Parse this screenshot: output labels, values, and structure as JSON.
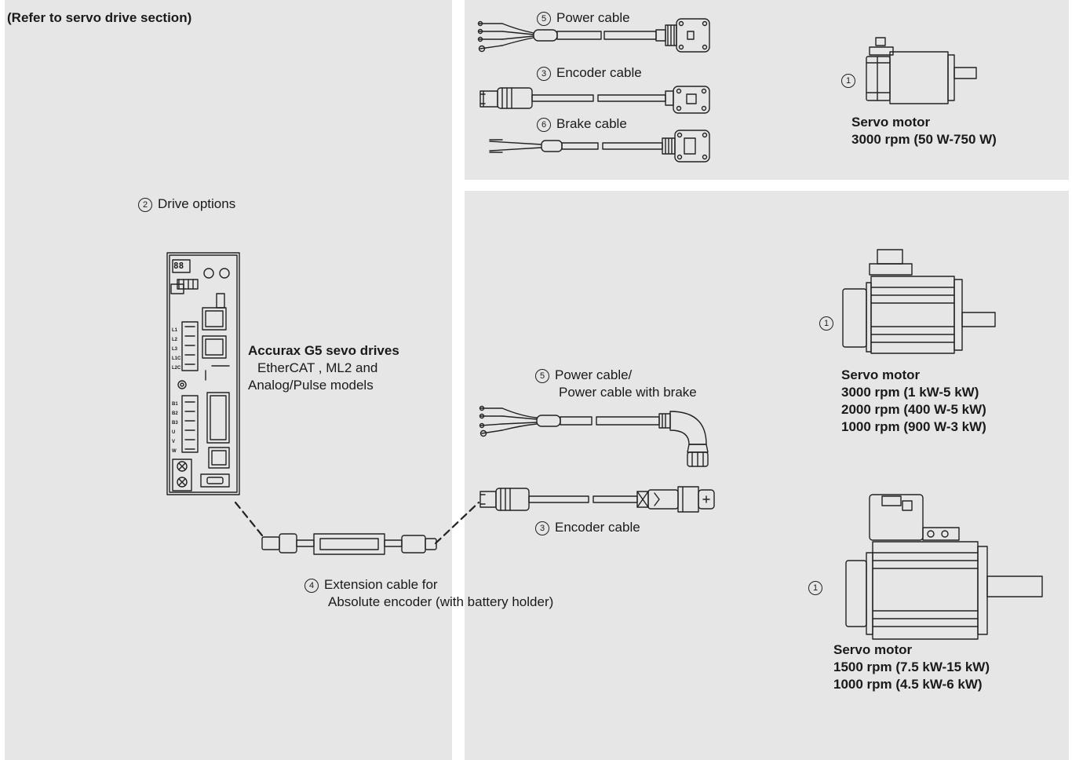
{
  "header": {
    "note": "(Refer to servo drive section)"
  },
  "drive_options": {
    "number": "2",
    "label": "Drive options"
  },
  "drive": {
    "title": "Accurax G5 sevo drives",
    "line1": "EtherCAT , ML2  and",
    "line2": "Analog/Pulse models"
  },
  "extension_cable": {
    "number": "4",
    "line1": "Extension cable for",
    "line2": "Absolute encoder (with battery holder)"
  },
  "top_cables": {
    "power": {
      "number": "5",
      "label": "Power cable"
    },
    "encoder": {
      "number": "3",
      "label": "Encoder cable"
    },
    "brake": {
      "number": "6",
      "label": "Brake cable"
    }
  },
  "motor_small": {
    "number": "1",
    "title": "Servo motor",
    "lines": [
      "3000 rpm (50 W-750 W)"
    ]
  },
  "bottom_cables": {
    "power": {
      "number": "5",
      "line1": "Power cable/",
      "line2": "Power cable with brake"
    },
    "encoder": {
      "number": "3",
      "label": "Encoder cable"
    }
  },
  "motor_medium": {
    "number": "1",
    "title": "Servo motor",
    "lines": [
      "3000 rpm (1 kW-5 kW)",
      "2000 rpm (400 W-5 kW)",
      "1000 rpm (900 W-3 kW)"
    ]
  },
  "motor_large": {
    "number": "1",
    "title": "Servo motor",
    "lines": [
      "1500 rpm (7.5 kW-15 kW)",
      "1000 rpm (4.5 kW-6 kW)"
    ]
  },
  "drive_terminals": [
    "L1",
    "L2",
    "L3",
    "L1C",
    "L2C",
    "B1",
    "B2",
    "B3",
    "U",
    "V",
    "W"
  ],
  "drive_display": "88"
}
